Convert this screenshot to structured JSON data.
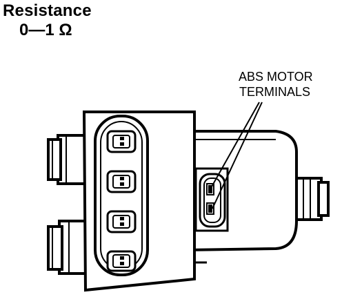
{
  "heading": {
    "label": "Resistance",
    "value": "0—1 Ω"
  },
  "callout": {
    "line1": "ABS MOTOR",
    "line2": "TERMINALS"
  }
}
